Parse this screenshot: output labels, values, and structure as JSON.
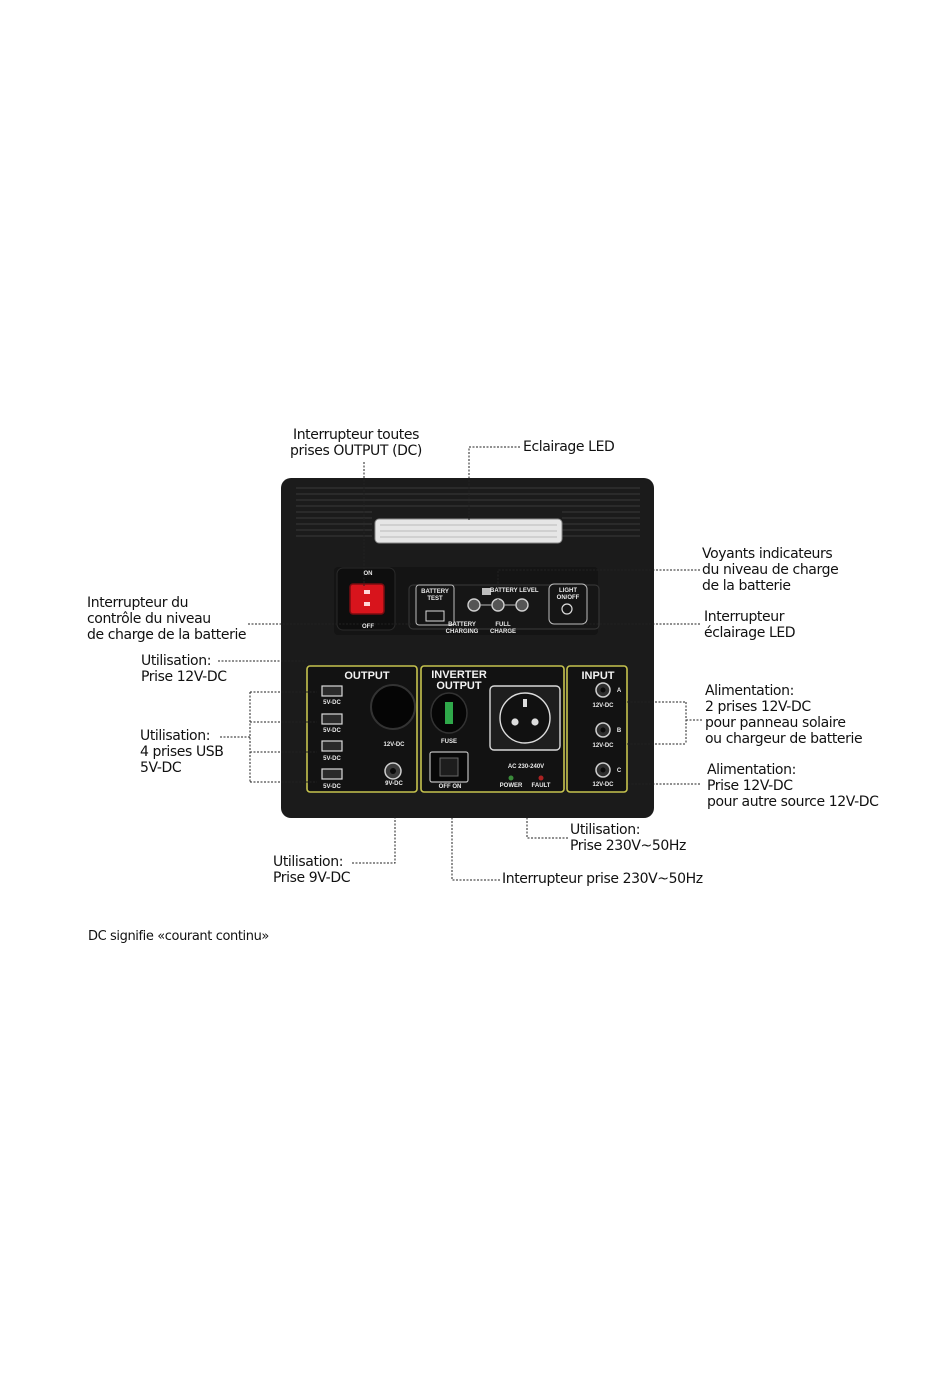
{
  "callouts": {
    "dc_output_switch": "Interrupteur toutes\nprises OUTPUT (DC)",
    "led_lighting": "Eclairage LED",
    "battery_indicators": "Voyants indicateurs\ndu niveau de charge\nde la batterie",
    "battery_check_switch": "Interrupteur du\ncontrôle du niveau\nde charge de la batterie",
    "led_switch": "Interrupteur\néclairage LED",
    "use_12v": "Utilisation:\nPrise 12V-DC",
    "use_usb": "Utilisation:\n4 prises USB\n5V-DC",
    "input_solar": "Alimentation:\n2 prises 12V-DC\npour panneau solaire\nou chargeur de batterie",
    "input_other": "Alimentation:\nPrise 12V-DC\npour autre source 12V-DC",
    "use_230v": "Utilisation:\nPrise 230V~50Hz",
    "use_9v": "Utilisation:\nPrise 9V-DC",
    "switch_230v": "Interrupteur prise 230V~50Hz"
  },
  "device": {
    "sections": {
      "output": "OUTPUT",
      "inverter_output": "INVERTER\nOUTPUT",
      "input": "INPUT"
    },
    "labels": {
      "battery_test": "BATTERY\nTEST",
      "battery_level": "BATTERY LEVEL",
      "battery_charging": "BATTERY\nCHARGING",
      "full_charge": "FULL\nCHARGE",
      "light_on_off": "LIGHT\nON/OFF",
      "usb_5v_1": "5V-DC",
      "usb_5v_2": "5V-DC",
      "usb_5v_3": "5V-DC",
      "usb_5v_4": "5V-DC",
      "dc_12v": "12V-DC",
      "dc_9v": "9V-DC",
      "fuse": "FUSE",
      "off_on": "OFF ON",
      "ac_rating": "AC 230-240V",
      "power": "POWER",
      "fault": "FAULT",
      "input_a": "12V-DC",
      "input_b": "12V-DC",
      "input_c": "12V-DC",
      "letter_a": "A",
      "letter_b": "B",
      "letter_c": "C",
      "on": "ON",
      "off": "OFF"
    }
  },
  "footnote": "DC signifie «courant continu»",
  "colors": {
    "device_body": "#1b1b1b",
    "panel_outline": "#c6c34e",
    "rocker_red": "#d8141c",
    "fuse_green": "#2fa84a",
    "led_strip": "#e6e6e6"
  }
}
